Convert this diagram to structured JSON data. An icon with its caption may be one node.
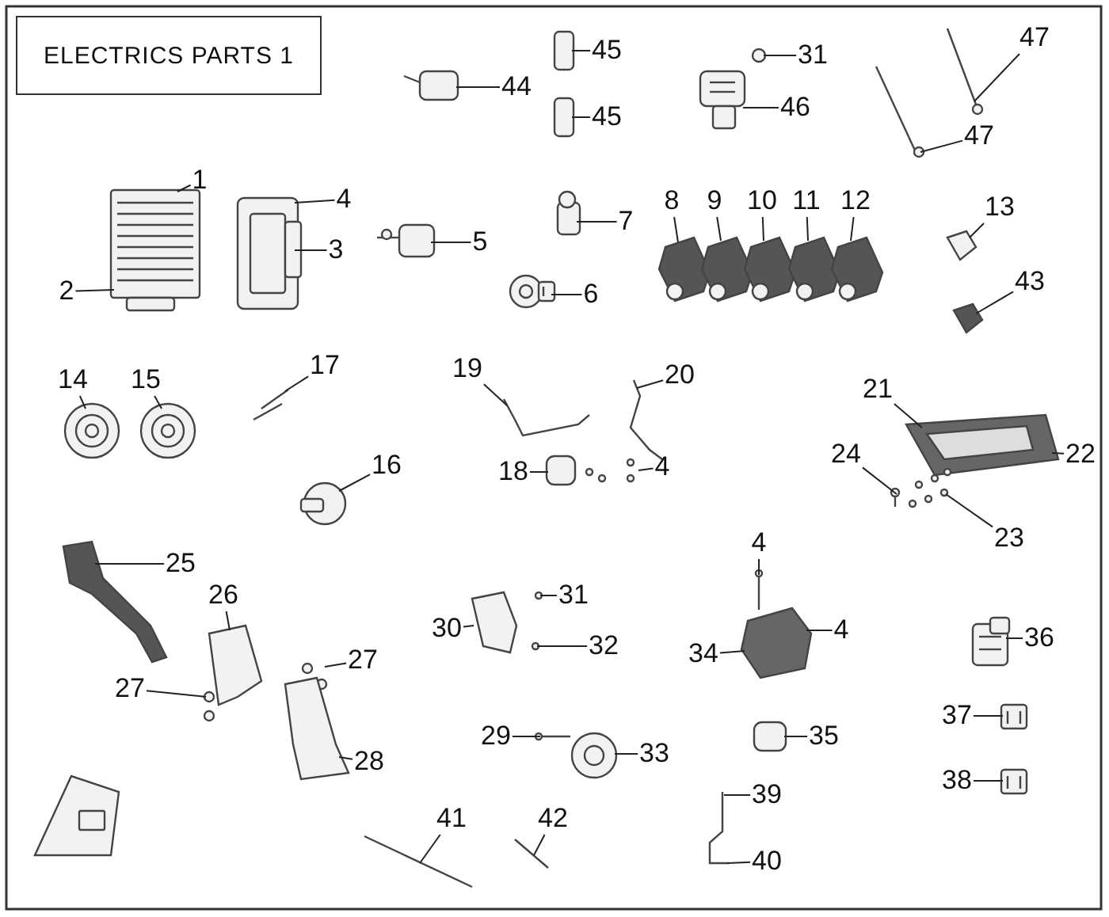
{
  "diagram": {
    "title": "ELECTRICS PARTS 1",
    "nodes": [
      {
        "text": [
          "1"
        ]
      },
      {
        "text": [
          "2"
        ]
      },
      {
        "text": [
          "3"
        ]
      },
      {
        "text": [
          "4"
        ]
      },
      {
        "text": [
          "5"
        ]
      },
      {
        "text": [
          "6"
        ]
      },
      {
        "text": [
          "7"
        ]
      },
      {
        "text": [
          "8"
        ]
      },
      {
        "text": [
          "9"
        ]
      },
      {
        "text": [
          "10"
        ]
      },
      {
        "text": [
          "11"
        ]
      },
      {
        "text": [
          "12"
        ]
      },
      {
        "text": [
          "13"
        ]
      },
      {
        "text": [
          "43"
        ]
      },
      {
        "text": [
          "14"
        ]
      },
      {
        "text": [
          "15"
        ]
      },
      {
        "text": [
          "17"
        ]
      },
      {
        "text": [
          "16"
        ]
      },
      {
        "text": [
          "19"
        ]
      },
      {
        "text": [
          "20"
        ]
      },
      {
        "text": [
          "18"
        ]
      },
      {
        "text": [
          "4"
        ]
      },
      {
        "text": [
          "21"
        ]
      },
      {
        "text": [
          "22"
        ]
      },
      {
        "text": [
          "24"
        ]
      },
      {
        "text": [
          "23"
        ]
      },
      {
        "text": [
          "25"
        ]
      },
      {
        "text": [
          "26"
        ]
      },
      {
        "text": [
          "27"
        ]
      },
      {
        "text": [
          "27"
        ]
      },
      {
        "text": [
          "28"
        ]
      },
      {
        "text": [
          "31"
        ]
      },
      {
        "text": [
          "30"
        ]
      },
      {
        "text": [
          "32"
        ]
      },
      {
        "text": [
          "29"
        ]
      },
      {
        "text": [
          "33"
        ]
      },
      {
        "text": [
          "4"
        ]
      },
      {
        "text": [
          "34"
        ]
      },
      {
        "text": [
          "4"
        ]
      },
      {
        "text": [
          "35"
        ]
      },
      {
        "text": [
          "36"
        ]
      },
      {
        "text": [
          "37"
        ]
      },
      {
        "text": [
          "38"
        ]
      },
      {
        "text": [
          "39"
        ]
      },
      {
        "text": [
          "40"
        ]
      },
      {
        "text": [
          "41"
        ]
      },
      {
        "text": [
          "42"
        ]
      },
      {
        "text": [
          "44"
        ]
      },
      {
        "text": [
          "45"
        ]
      },
      {
        "text": [
          "45"
        ]
      },
      {
        "text": [
          "31"
        ]
      },
      {
        "text": [
          "46"
        ]
      },
      {
        "text": [
          "47"
        ]
      },
      {
        "text": [
          "47"
        ]
      },
      {
        "text": [],
        "shape": "picture"
      },
      {
        "text": [],
        "shape": "picture"
      },
      {
        "text": [],
        "shape": "picture"
      },
      {
        "text": [],
        "shape": "picture"
      },
      {
        "text": [],
        "shape": "picture"
      },
      {
        "text": [],
        "shape": "picture"
      },
      {
        "text": [],
        "shape": "picture"
      },
      {
        "text": [],
        "shape": "picture"
      },
      {
        "text": [],
        "shape": "picture"
      },
      {
        "text": [],
        "shape": "picture"
      },
      {
        "text": [],
        "shape": "picture"
      },
      {
        "text": [],
        "shape": "picture"
      },
      {
        "text": [],
        "shape": "picture"
      },
      {
        "text": [],
        "shape": "picture"
      },
      {
        "text": [],
        "shape": "picture"
      },
      {
        "text": [],
        "shape": "picture"
      },
      {
        "text": [],
        "shape": "picture"
      },
      {
        "text": [],
        "shape": "picture"
      },
      {
        "text": [],
        "shape": "picture"
      },
      {
        "text": [],
        "shape": "picture"
      },
      {
        "text": [],
        "shape": "picture"
      },
      {
        "text": [],
        "shape": "picture"
      },
      {
        "text": [],
        "shape": "picture"
      },
      {
        "text": [],
        "shape": "picture"
      },
      {
        "text": [],
        "shape": "picture"
      },
      {
        "text": [],
        "shape": "picture"
      },
      {
        "text": [],
        "shape": "picture"
      },
      {
        "text": [],
        "shape": "picture"
      },
      {
        "text": [],
        "shape": "picture"
      },
      {
        "text": [],
        "shape": "picture"
      },
      {
        "text": [],
        "shape": "picture"
      },
      {
        "text": [],
        "shape": "picture"
      },
      {
        "text": [],
        "shape": "picture"
      },
      {
        "text": [],
        "shape": "picture"
      },
      {
        "text": [],
        "shape": "picture"
      },
      {
        "text": [],
        "shape": "picture"
      },
      {
        "text": [],
        "shape": "picture"
      },
      {
        "text": [],
        "shape": "picture"
      },
      {
        "text": [],
        "shape": "picture"
      },
      {
        "text": [],
        "shape": "picture"
      },
      {
        "text": [],
        "shape": "picture"
      },
      {
        "text": [],
        "shape": "picture"
      },
      {
        "text": [],
        "shape": "picture"
      },
      {
        "text": [],
        "shape": "picture"
      },
      {
        "text": [],
        "shape": "picture"
      },
      {
        "text": [],
        "shape": "picture"
      },
      {
        "text": [],
        "shape": "picture"
      },
      {
        "text": [],
        "shape": "picture"
      },
      {
        "text": [],
        "shape": "picture"
      }
    ],
    "edges": [
      {
        "from": 0,
        "to": 54,
        "arrow": "none"
      },
      {
        "from": 1,
        "to": 54,
        "arrow": "none"
      },
      {
        "from": 2,
        "to": 55,
        "arrow": "none"
      },
      {
        "from": 3,
        "to": 55,
        "arrow": "none"
      },
      {
        "from": 4,
        "to": 56,
        "arrow": "none"
      },
      {
        "from": 5,
        "to": 57,
        "arrow": "none"
      },
      {
        "from": 6,
        "to": 58,
        "arrow": "none"
      },
      {
        "from": 7,
        "to": 59,
        "arrow": "none"
      },
      {
        "from": 8,
        "to": 60,
        "arrow": "none"
      },
      {
        "from": 9,
        "to": 61,
        "arrow": "none"
      },
      {
        "from": 10,
        "to": 62,
        "arrow": "none"
      },
      {
        "from": 11,
        "to": 63,
        "arrow": "none"
      },
      {
        "from": 12,
        "to": 64,
        "arrow": "none"
      },
      {
        "from": 13,
        "to": 65,
        "arrow": "none"
      },
      {
        "from": 14,
        "to": 66,
        "arrow": "none"
      },
      {
        "from": 15,
        "to": 67,
        "arrow": "none"
      },
      {
        "from": 16,
        "to": 68,
        "arrow": "none"
      },
      {
        "from": 17,
        "to": 69,
        "arrow": "none"
      },
      {
        "from": 18,
        "to": 70,
        "arrow": "none"
      },
      {
        "from": 19,
        "to": 71,
        "arrow": "none"
      },
      {
        "from": 20,
        "to": 72,
        "arrow": "none"
      },
      {
        "from": 21,
        "to": 73,
        "arrow": "none"
      },
      {
        "from": 22,
        "to": 74,
        "arrow": "none"
      },
      {
        "from": 23,
        "to": 74,
        "arrow": "none"
      },
      {
        "from": 24,
        "to": 75,
        "arrow": "none"
      },
      {
        "from": 25,
        "to": 76,
        "arrow": "none"
      },
      {
        "from": 26,
        "to": 77,
        "arrow": "none"
      },
      {
        "from": 27,
        "to": 78,
        "arrow": "none"
      },
      {
        "from": 28,
        "to": 79,
        "arrow": "none"
      },
      {
        "from": 29,
        "to": 80,
        "arrow": "none"
      },
      {
        "from": 30,
        "to": 81,
        "arrow": "none"
      },
      {
        "from": 31,
        "to": 82,
        "arrow": "none"
      },
      {
        "from": 32,
        "to": 83,
        "arrow": "none"
      },
      {
        "from": 33,
        "to": 84,
        "arrow": "none"
      },
      {
        "from": 34,
        "to": 85,
        "arrow": "none"
      },
      {
        "from": 35,
        "to": 86,
        "arrow": "none"
      },
      {
        "from": 36,
        "to": 87,
        "arrow": "none"
      },
      {
        "from": 37,
        "to": 88,
        "arrow": "none"
      },
      {
        "from": 38,
        "to": 88,
        "arrow": "none"
      },
      {
        "from": 39,
        "to": 89,
        "arrow": "none"
      },
      {
        "from": 40,
        "to": 90,
        "arrow": "none"
      },
      {
        "from": 41,
        "to": 91,
        "arrow": "none"
      },
      {
        "from": 42,
        "to": 92,
        "arrow": "none"
      },
      {
        "from": 43,
        "to": 93,
        "arrow": "none"
      },
      {
        "from": 44,
        "to": 93,
        "arrow": "none"
      },
      {
        "from": 45,
        "to": 94,
        "arrow": "none"
      },
      {
        "from": 46,
        "to": 95,
        "arrow": "none"
      },
      {
        "from": 47,
        "to": 96,
        "arrow": "none"
      },
      {
        "from": 48,
        "to": 97,
        "arrow": "none"
      },
      {
        "from": 49,
        "to": 98,
        "arrow": "none"
      },
      {
        "from": 50,
        "to": 99,
        "arrow": "none"
      },
      {
        "from": 51,
        "to": 100,
        "arrow": "none"
      },
      {
        "from": 52,
        "to": 101,
        "arrow": "none"
      },
      {
        "from": 53,
        "to": 102,
        "arrow": "none"
      }
    ]
  }
}
